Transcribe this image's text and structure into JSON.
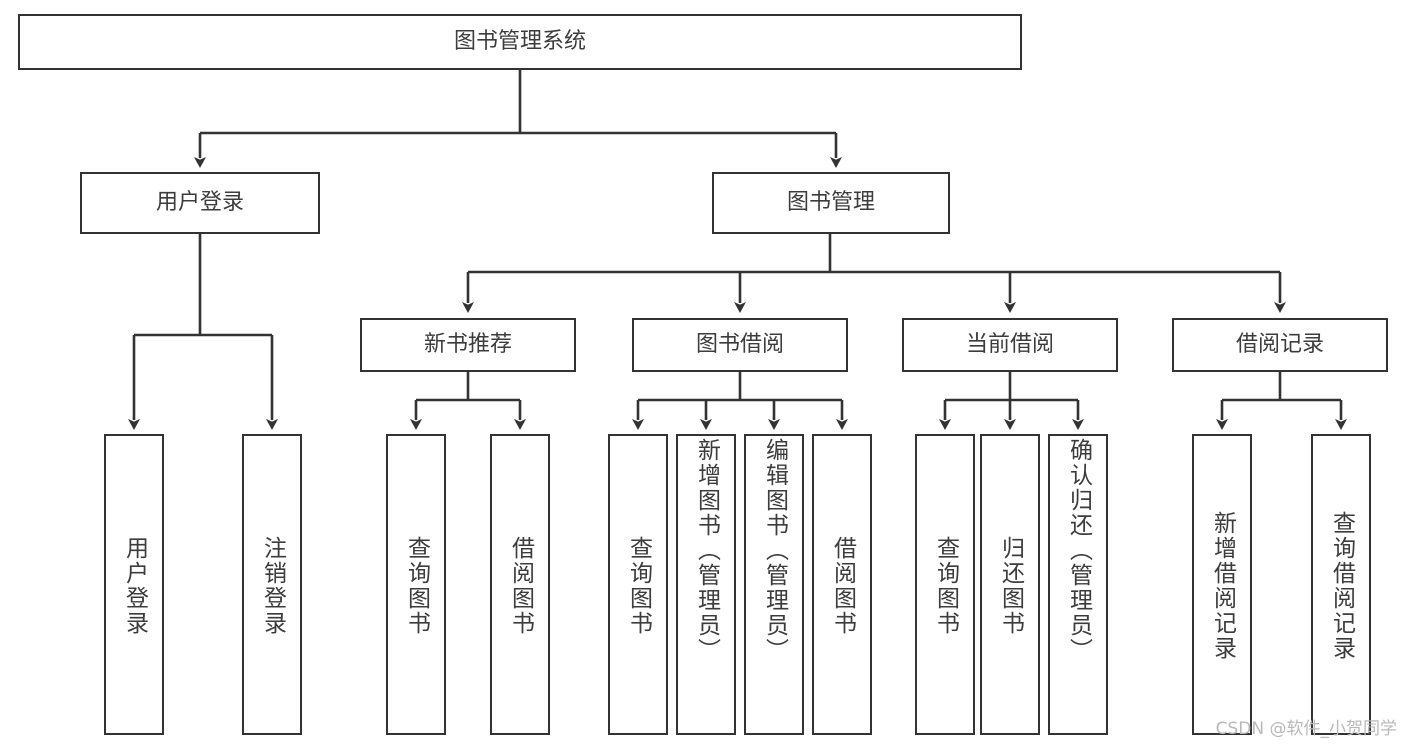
{
  "diagram": {
    "title": "图书管理系统",
    "type": "hierarchy-tree",
    "root": {
      "id": "root",
      "label": "图书管理系统",
      "orientation": "horizontal"
    },
    "level2": [
      {
        "id": "user-login",
        "label": "用户登录",
        "orientation": "horizontal"
      },
      {
        "id": "book-management",
        "label": "图书管理",
        "orientation": "horizontal"
      }
    ],
    "level3": [
      {
        "id": "new-book-recommend",
        "label": "新书推荐",
        "orientation": "horizontal",
        "parent": "book-management"
      },
      {
        "id": "book-borrow",
        "label": "图书借阅",
        "orientation": "horizontal",
        "parent": "book-management"
      },
      {
        "id": "current-borrow",
        "label": "当前借阅",
        "orientation": "horizontal",
        "parent": "book-management"
      },
      {
        "id": "borrow-record",
        "label": "借阅记录",
        "orientation": "horizontal",
        "parent": "book-management"
      }
    ],
    "leaves": [
      {
        "id": "leaf-user-login",
        "label": "用户登录",
        "orientation": "vertical",
        "parent": "user-login"
      },
      {
        "id": "leaf-logout-login",
        "label": "注销登录",
        "orientation": "vertical",
        "parent": "user-login"
      },
      {
        "id": "leaf-query-book-1",
        "label": "查询图书",
        "orientation": "vertical",
        "parent": "new-book-recommend"
      },
      {
        "id": "leaf-borrow-book-1",
        "label": "借阅图书",
        "orientation": "vertical",
        "parent": "new-book-recommend"
      },
      {
        "id": "leaf-query-book-2",
        "label": "查询图书",
        "orientation": "vertical",
        "parent": "book-borrow"
      },
      {
        "id": "leaf-add-book-admin",
        "label": "新增图书（管理员）",
        "orientation": "vertical",
        "parent": "book-borrow"
      },
      {
        "id": "leaf-edit-book-admin",
        "label": "编辑图书（管理员）",
        "orientation": "vertical",
        "parent": "book-borrow"
      },
      {
        "id": "leaf-borrow-book-2",
        "label": "借阅图书",
        "orientation": "vertical",
        "parent": "book-borrow"
      },
      {
        "id": "leaf-query-book-3",
        "label": "查询图书",
        "orientation": "vertical",
        "parent": "current-borrow"
      },
      {
        "id": "leaf-return-book",
        "label": "归还图书",
        "orientation": "vertical",
        "parent": "current-borrow"
      },
      {
        "id": "leaf-confirm-return-admin",
        "label": "确认归还（管理员）",
        "orientation": "vertical",
        "parent": "current-borrow"
      },
      {
        "id": "leaf-add-borrow-record",
        "label": "新增借阅记录",
        "orientation": "vertical",
        "parent": "borrow-record"
      },
      {
        "id": "leaf-query-borrow-record",
        "label": "查询借阅记录",
        "orientation": "vertical",
        "parent": "borrow-record"
      }
    ],
    "colors": {
      "node_border": "#333333",
      "node_fill": "#ffffff",
      "text": "#3c3c3c",
      "edge": "#333333",
      "watermark": "#b9b9b9",
      "background": "#ffffff"
    }
  },
  "watermark": {
    "text": "CSDN @软件_小贺同学"
  }
}
